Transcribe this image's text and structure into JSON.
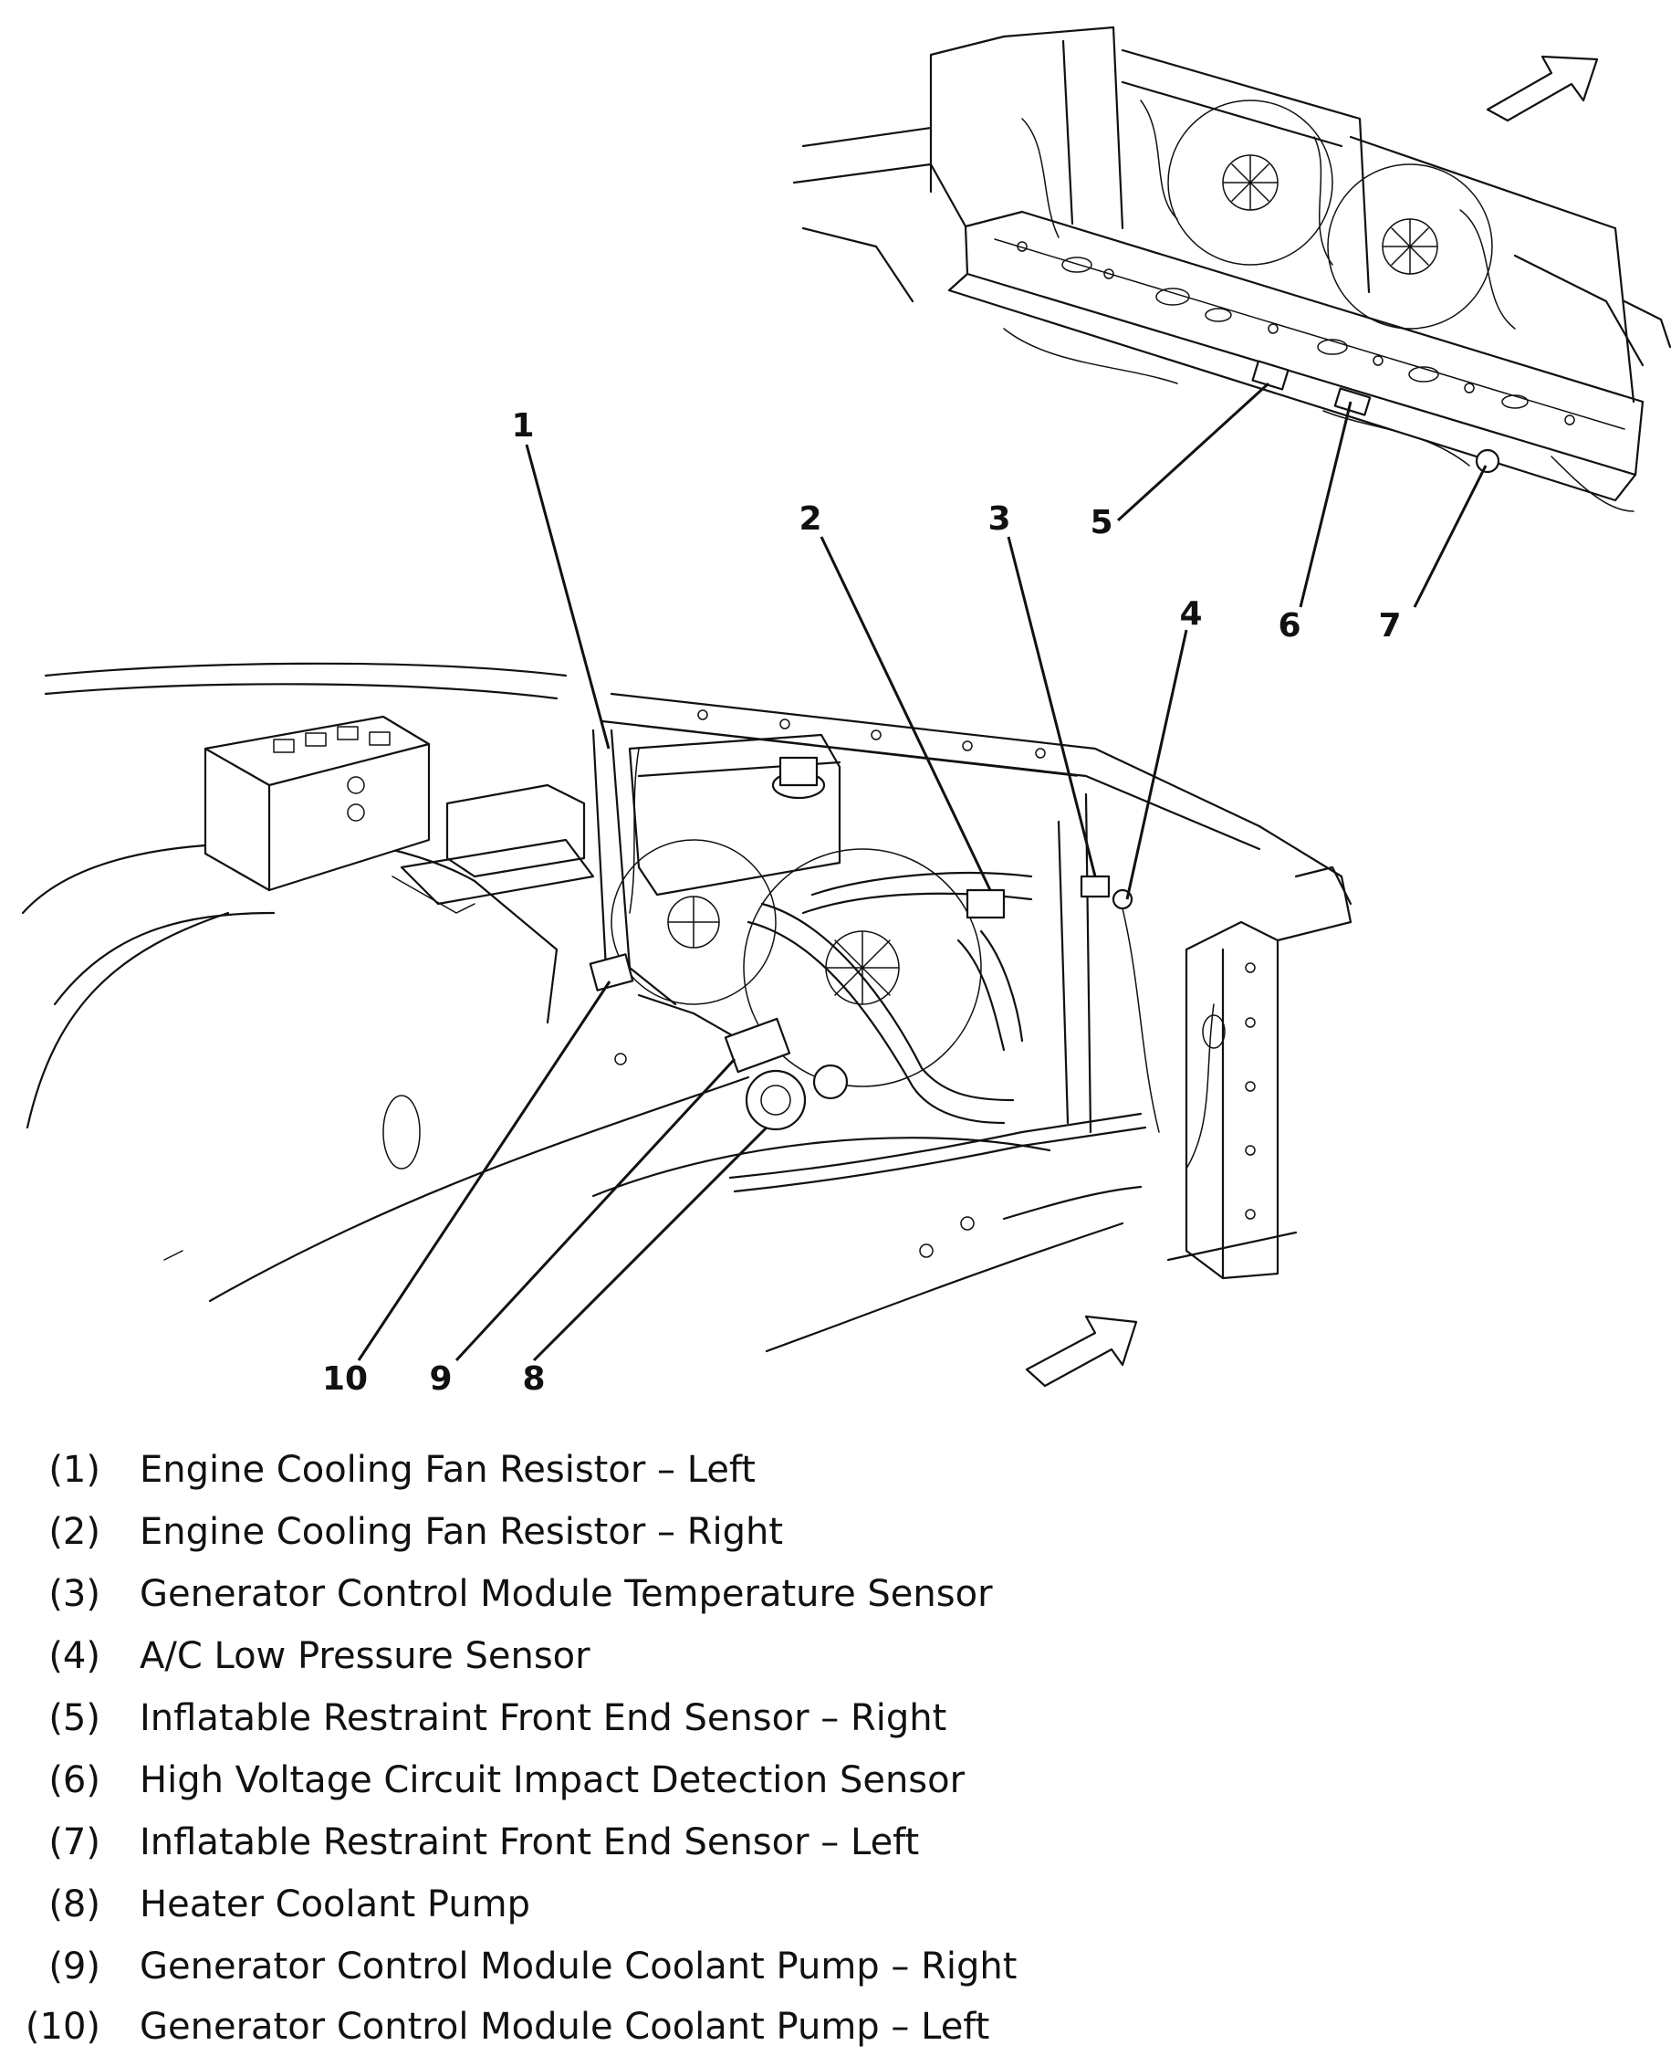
{
  "callouts": [
    "1",
    "2",
    "3",
    "4",
    "5",
    "6",
    "7",
    "8",
    "9",
    "10"
  ],
  "legend": [
    {
      "num": "(1)",
      "text": "Engine Cooling Fan Resistor – Left"
    },
    {
      "num": "(2)",
      "text": "Engine Cooling Fan Resistor – Right"
    },
    {
      "num": "(3)",
      "text": "Generator Control Module Temperature Sensor"
    },
    {
      "num": "(4)",
      "text": "A/C Low Pressure Sensor"
    },
    {
      "num": "(5)",
      "text": "Inflatable Restraint Front End Sensor – Right"
    },
    {
      "num": "(6)",
      "text": "High Voltage Circuit Impact Detection Sensor"
    },
    {
      "num": "(7)",
      "text": "Inflatable Restraint Front End Sensor – Left"
    },
    {
      "num": "(8)",
      "text": "Heater Coolant Pump"
    },
    {
      "num": "(9)",
      "text": "Generator Control Module Coolant Pump – Right"
    },
    {
      "num": "(10)",
      "text": "Generator Control Module Coolant Pump – Left"
    }
  ]
}
